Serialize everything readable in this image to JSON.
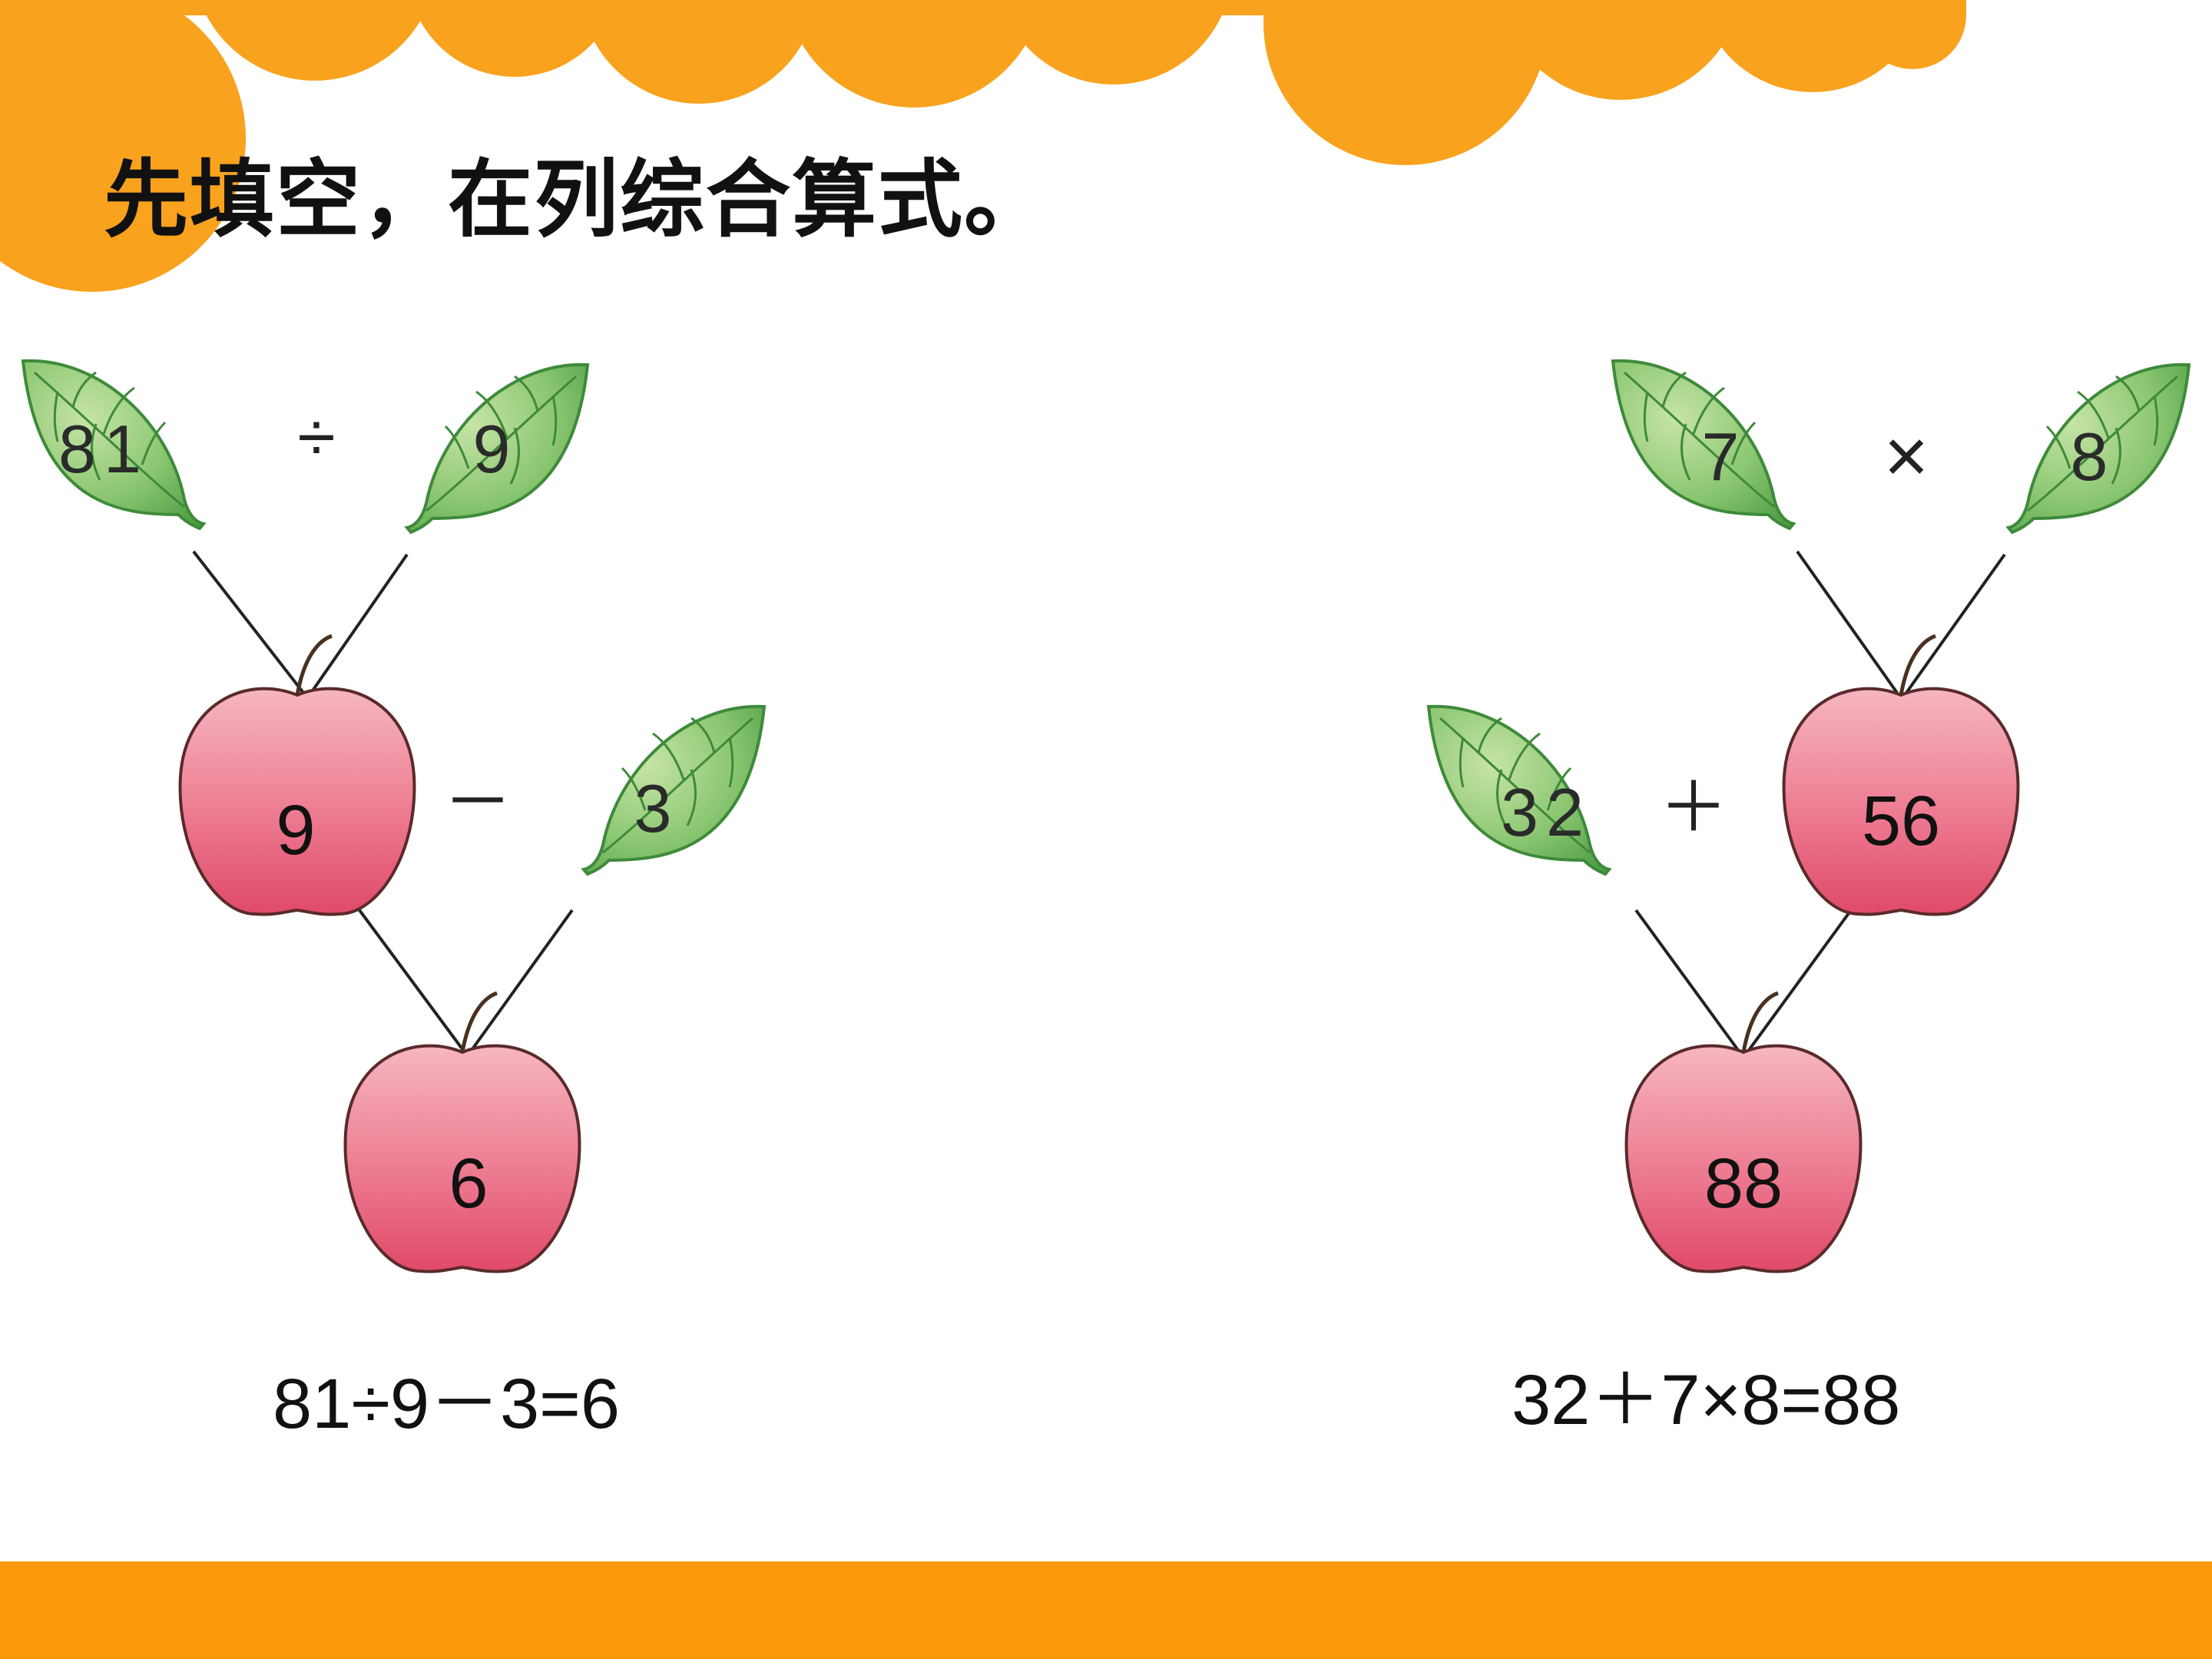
{
  "title": "先填空，在列综合算式。",
  "colors": {
    "banner": "#f9a21e",
    "bottom_bar": "#fa9a0c",
    "leaf_light": "#b8dd98",
    "leaf_dark": "#5aa84e",
    "leaf_edge": "#3e8a3a",
    "apple_light": "#f4a8b4",
    "apple_dark": "#e04a68",
    "apple_edge": "#5a2a2a"
  },
  "left_tree": {
    "leaf_a": "81",
    "op_top": "÷",
    "leaf_b": "9",
    "apple_mid": "9",
    "op_mid": "－",
    "leaf_c": "3",
    "apple_bottom": "6",
    "formula": "81÷9－3=6"
  },
  "right_tree": {
    "leaf_a": "7",
    "op_top": "×",
    "leaf_b": "8",
    "leaf_c": "32",
    "op_mid": "＋",
    "apple_mid": "56",
    "apple_bottom": "88",
    "formula": "32＋7×8=88"
  }
}
